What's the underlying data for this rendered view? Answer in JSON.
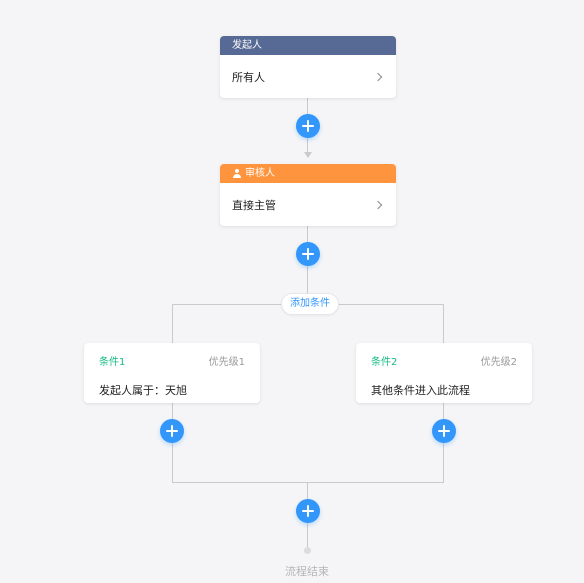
{
  "initiator": {
    "title": "发起人",
    "value": "所有人",
    "color": "#576a95"
  },
  "approver": {
    "title": "审核人",
    "value": "直接主管",
    "color": "#ff943e",
    "icon": "user-icon"
  },
  "add_condition_label": "添加条件",
  "conditions": [
    {
      "name": "条件1",
      "priority": "优先级1",
      "text": "发起人属于：天旭"
    },
    {
      "name": "条件2",
      "priority": "优先级2",
      "text": "其他条件进入此流程"
    }
  ],
  "end_label": "流程结束",
  "accent_color": "#3296fa",
  "condition_color": "#15bc83"
}
